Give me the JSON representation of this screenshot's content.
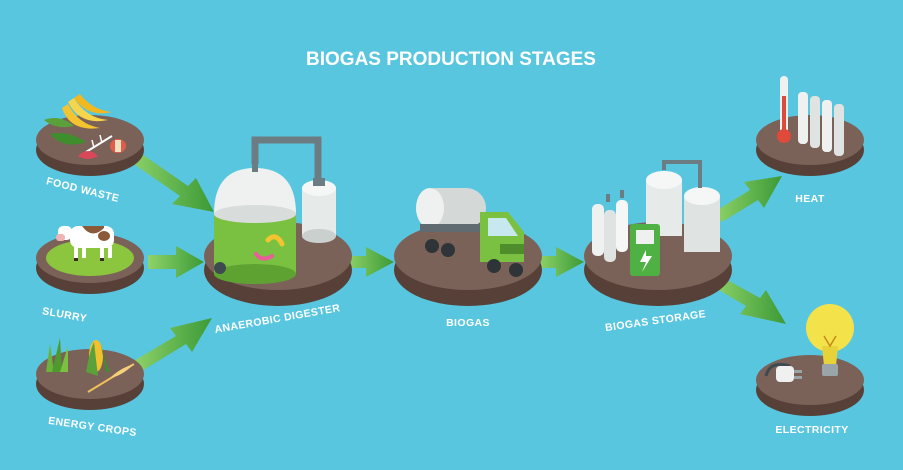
{
  "title": "BIOGAS PRODUCTION STAGES",
  "stages": {
    "food_waste": "FOOD WASTE",
    "slurry": "SLURRY",
    "energy_crops": "ENERGY CROPS",
    "digester": "ANAEROBIC DIGESTER",
    "biogas": "BIOGAS",
    "storage": "BIOGAS STORAGE",
    "heat": "HEAT",
    "electricity": "ELECTRICITY"
  },
  "colors": {
    "background": "#59c6df",
    "platform_top": "#7b6259",
    "platform_side": "#574038",
    "arrow": "#4fb044",
    "accent_green": "#7ac142"
  }
}
